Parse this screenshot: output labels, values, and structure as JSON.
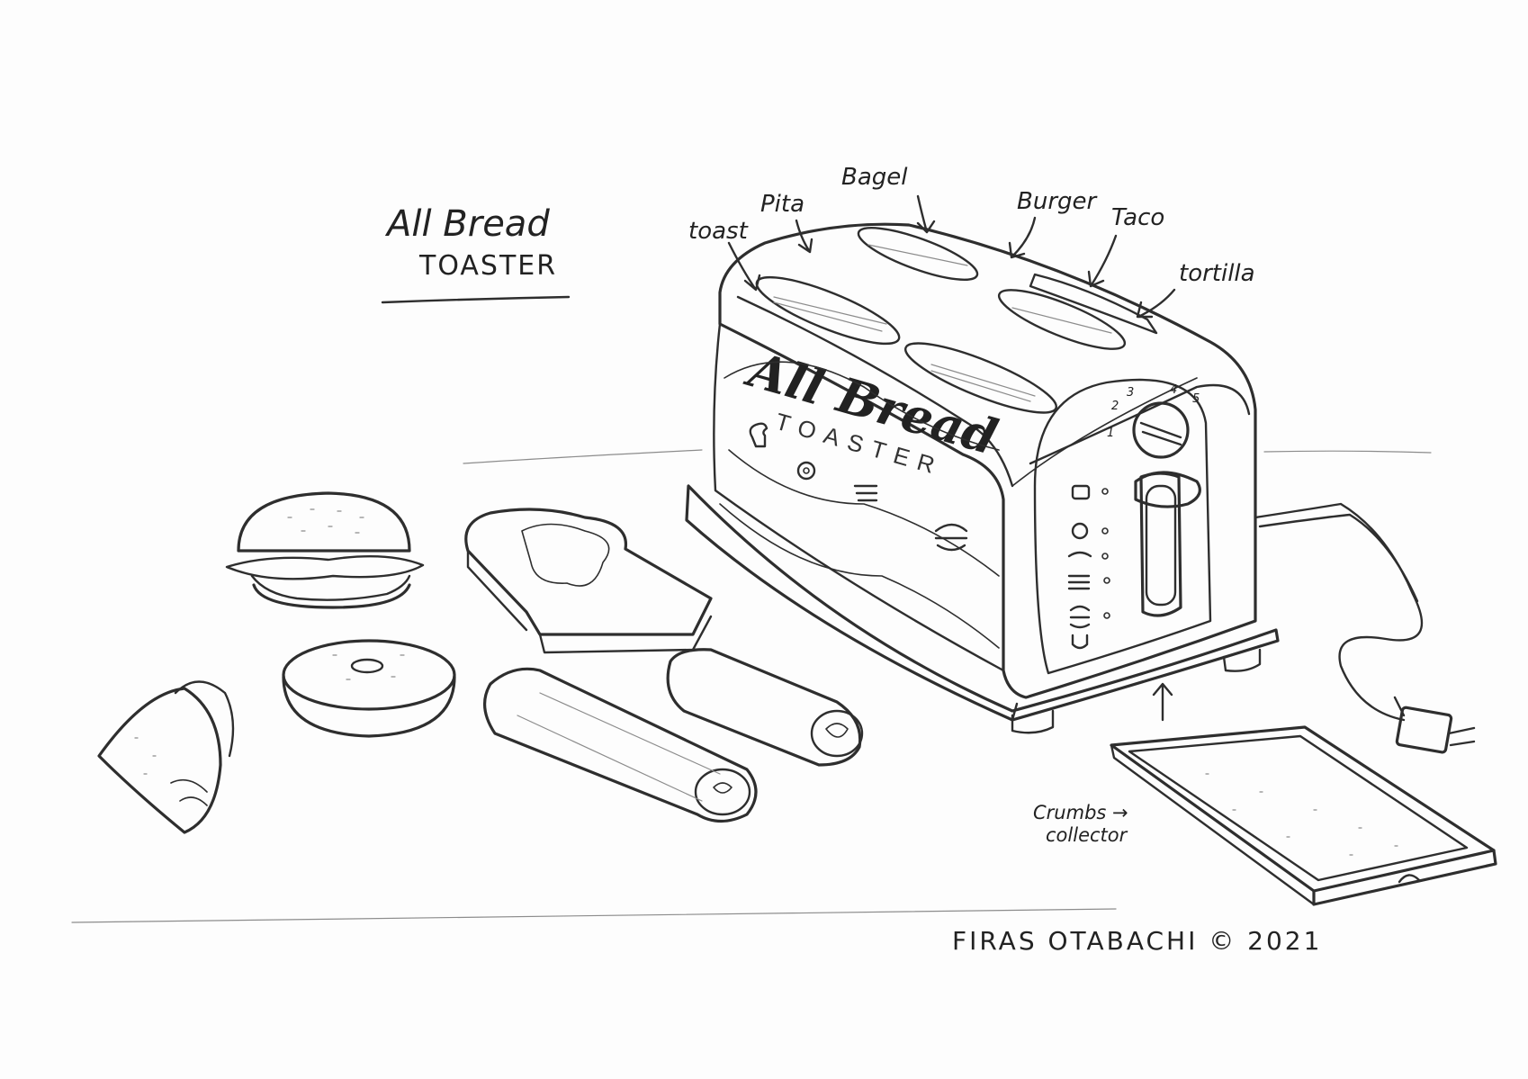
{
  "title": {
    "line1": "All Bread",
    "line2": "TOASTER"
  },
  "slot_labels": {
    "toast": "toast",
    "pita": "Pita",
    "bagel": "Bagel",
    "burger": "Burger",
    "taco": "Taco",
    "tortilla": "tortilla"
  },
  "toaster_branding": {
    "script": "All Bread",
    "sub": "TOASTER"
  },
  "dial_numbers": [
    "1",
    "2",
    "3",
    "4",
    "5"
  ],
  "crumbs_label": {
    "line1": "Crumbs →",
    "line2": "collector"
  },
  "signature": "FIRAS OTABACHI © 2021",
  "drawn_items": [
    "burger",
    "toast-slice",
    "bagel",
    "taco",
    "tortilla-wrap",
    "rolled-pita",
    "crumb-tray",
    "power-plug"
  ]
}
